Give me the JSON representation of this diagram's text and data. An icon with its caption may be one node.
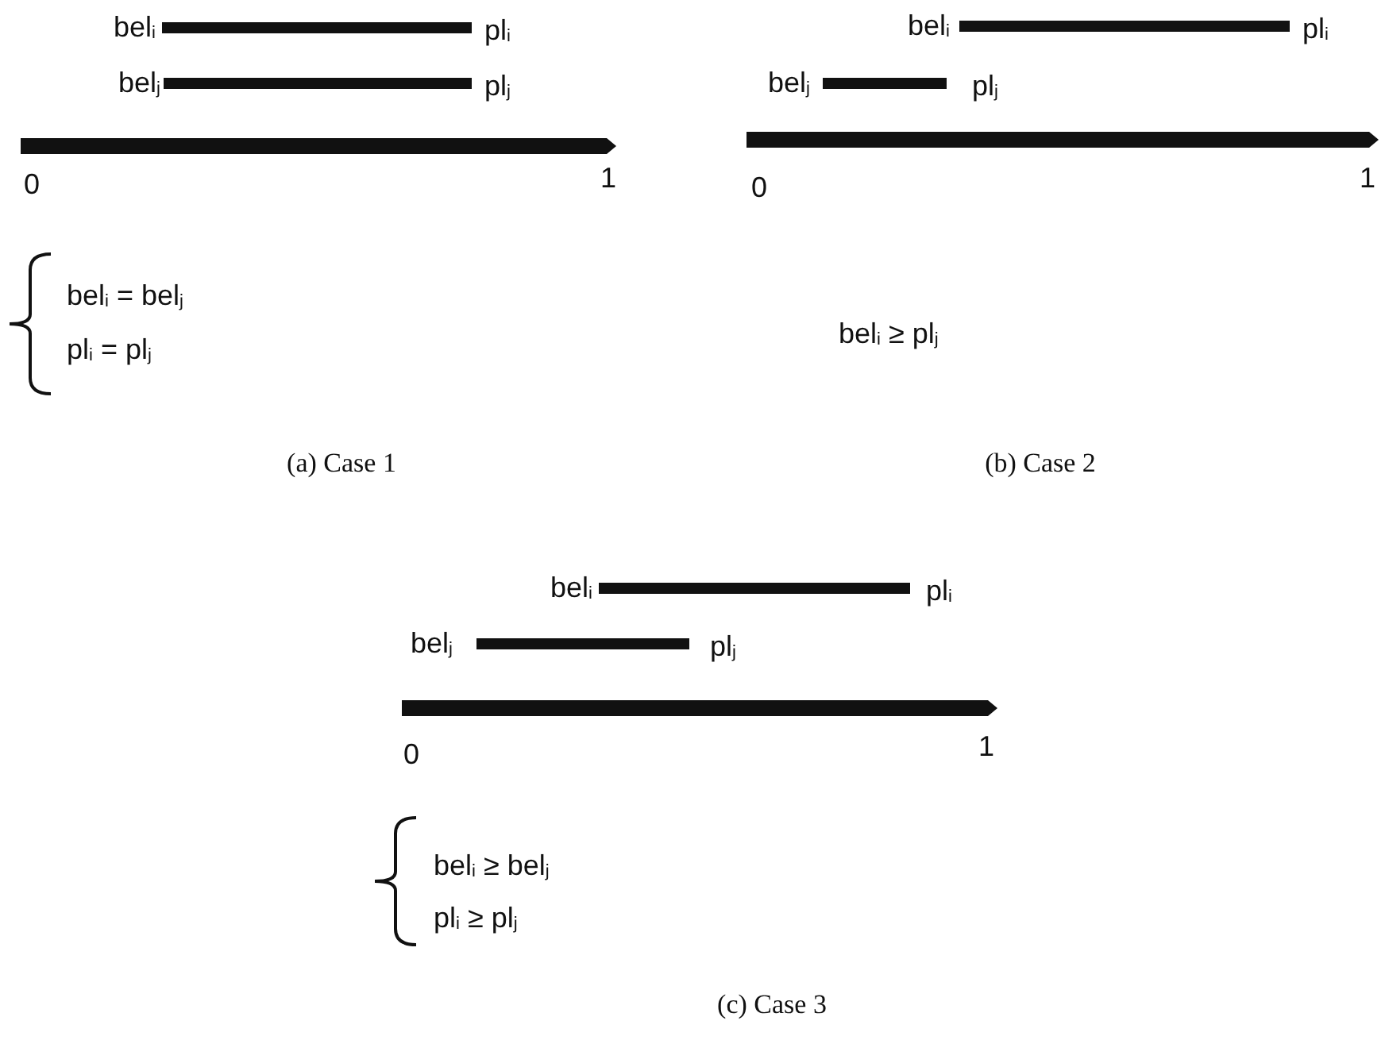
{
  "diagram": {
    "nodes": [
      {
        "text": [],
        "shape": "bar",
        "beside": [
          "bel$_{i}$",
          "pl$_{i}$"
        ]
      },
      {
        "text": [],
        "shape": "bar",
        "beside": [
          "bel$_{j}$",
          "pl$_{j}$"
        ]
      },
      {
        "text": [],
        "shape": "bar",
        "beside": [
          "bel$_{i}$",
          "pl$_{i}$"
        ]
      },
      {
        "text": [],
        "shape": "bar",
        "beside": [
          "bel$_{j}$",
          "pl$_{j}$"
        ]
      },
      {
        "text": [],
        "shape": "bar",
        "beside": [
          "bel$_{i}$",
          "pl$_{i}$"
        ]
      },
      {
        "text": [],
        "shape": "bar",
        "beside": [
          "bel$_{j}$",
          "pl$_{j}$"
        ]
      }
    ],
    "edges": [],
    "labels": [
      "0",
      "1",
      "bel$_{i}$ = bel$_{j}$",
      "pl$_{i}$ = pl$_{j}$",
      "(a) Case 1",
      "0",
      "1",
      "bel$_{i}$ ≥ pl$_{j}$",
      "(b) Case 2",
      "0",
      "1",
      "bel$_{i}$ ≥ bel$_{j}$",
      "pl$_{i}$ ≥ pl$_{j}$",
      "(c) Case 3"
    ]
  }
}
